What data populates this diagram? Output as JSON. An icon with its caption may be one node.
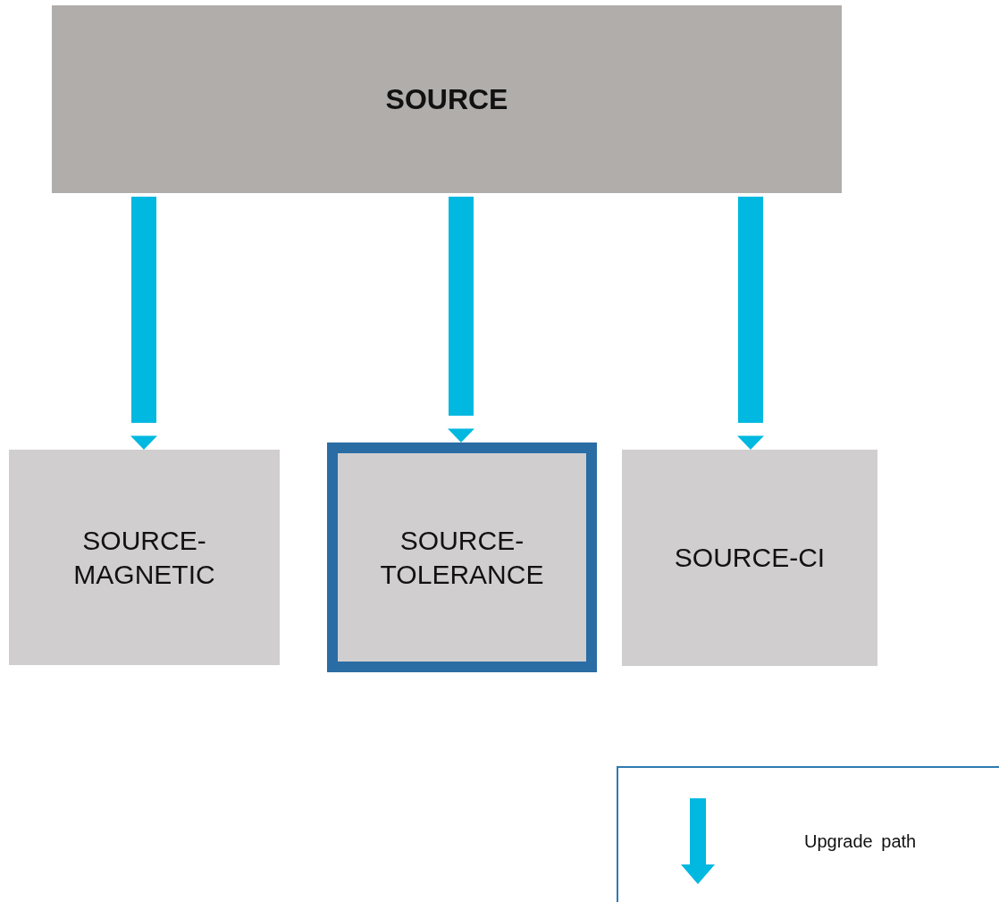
{
  "diagram": {
    "nodes": [
      {
        "text": [
          "SOURCE"
        ]
      },
      {
        "text": [
          "SOURCE- MAGNETIC"
        ]
      },
      {
        "text": [
          "SOURCE- TOLERANCE"
        ]
      },
      {
        "text": [
          "SOURCE-CI"
        ]
      }
    ],
    "edges": [
      {
        "from": 0,
        "to": 1,
        "arrow": "to"
      },
      {
        "from": 0,
        "to": 2,
        "arrow": "to"
      },
      {
        "from": 0,
        "to": 3,
        "arrow": "to"
      }
    ],
    "legend": [
      {
        "text": "Upgrade path"
      }
    ]
  }
}
